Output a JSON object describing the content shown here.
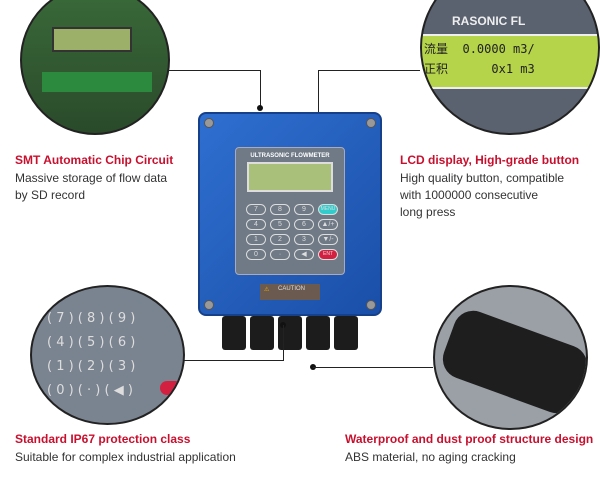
{
  "features": [
    {
      "title": "SMT Automatic Chip Circuit",
      "desc": [
        "Massive storage of flow data",
        "by SD record"
      ]
    },
    {
      "title": "LCD display, High-grade button",
      "desc": [
        "High quality button, compatible",
        "with 1000000 consecutive",
        "long press"
      ]
    },
    {
      "title": "Standard IP67 protection class",
      "desc": [
        "Suitable for complex industrial application"
      ]
    },
    {
      "title": "Waterproof and dust proof structure design",
      "desc": [
        "ABS material, no aging cracking"
      ]
    }
  ],
  "device": {
    "title": "ULTRASONIC FLOWMETER",
    "caution": "CAUTION",
    "keys": [
      "7",
      "8",
      "9",
      "MENU",
      "4",
      "5",
      "6",
      "▲/+",
      "1",
      "2",
      "3",
      "▼/-",
      "0",
      "·",
      "◀",
      "ENT"
    ]
  },
  "zoom_lcd": {
    "header": "RASONIC FL",
    "line1_label": "流量",
    "line1_value": "0.0000 m3/",
    "line2_label": "正积",
    "line2_value": "0x1 m3"
  },
  "colors": {
    "accent": "#c8102e",
    "device_blue": "#1f5cc0"
  }
}
